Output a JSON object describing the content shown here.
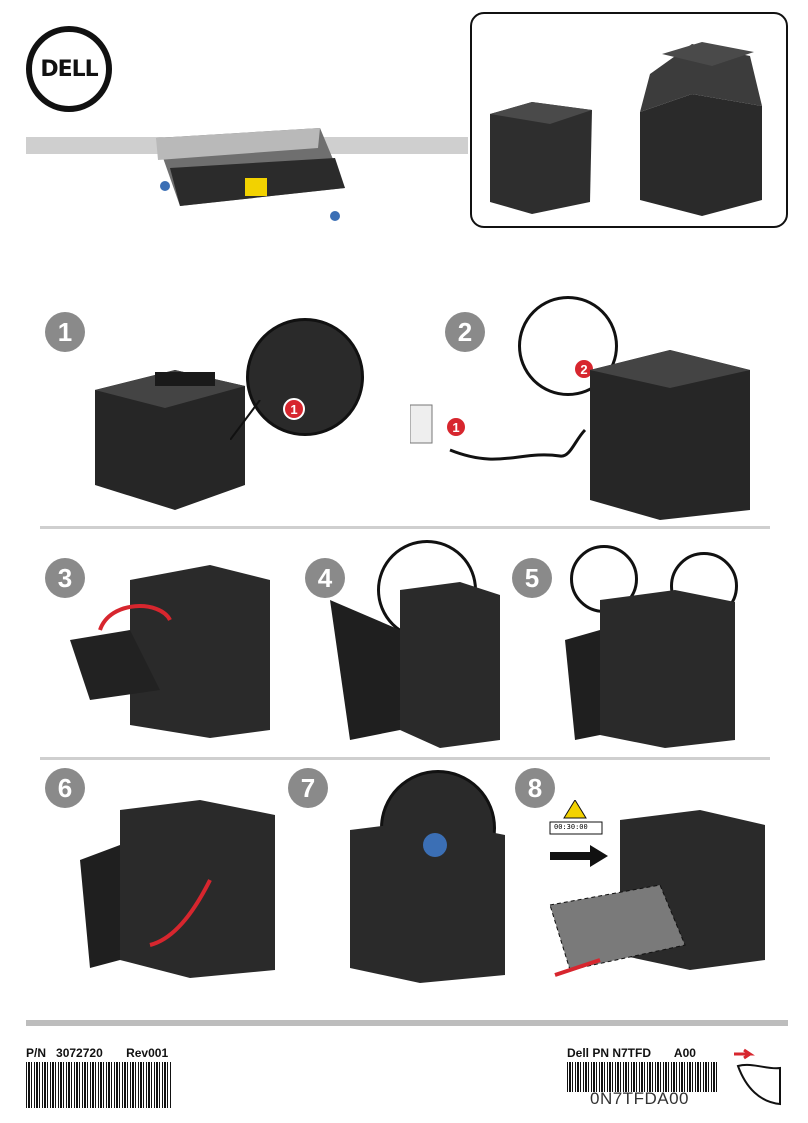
{
  "brand": {
    "logo_text": "DELL"
  },
  "steps": [
    {
      "number": "1"
    },
    {
      "number": "2"
    },
    {
      "number": "3"
    },
    {
      "number": "4"
    },
    {
      "number": "5"
    },
    {
      "number": "6"
    },
    {
      "number": "7"
    },
    {
      "number": "8"
    }
  ],
  "badges": {
    "step1_power": "1",
    "step2_wall": "1",
    "step2_printer": "2"
  },
  "step8_label": {
    "timer": "00:30:00"
  },
  "footer": {
    "left_pn_label": "P/N",
    "left_pn_value": "3072720",
    "left_rev": "Rev001",
    "right_pn_label": "Dell PN N7TFD",
    "right_rev": "A00",
    "right_barcode_text": "0N7TFDA00"
  },
  "colors": {
    "step_circle": "#8a8a8a",
    "badge_red": "#d7262e",
    "divider": "#cfcfcf"
  }
}
